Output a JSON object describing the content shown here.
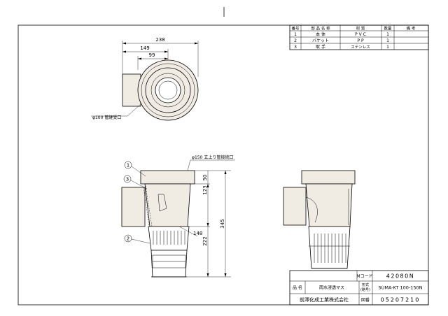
{
  "parts_table": {
    "headers": [
      "番号",
      "部 品 名 称",
      "材 質",
      "数量",
      "備 考"
    ],
    "rows": [
      {
        "no": "1",
        "name": "本 体",
        "material": "P V C",
        "qty": "1",
        "note": ""
      },
      {
        "no": "2",
        "name": "バケット",
        "material": "P P",
        "qty": "1",
        "note": ""
      },
      {
        "no": "3",
        "name": "取 手",
        "material": "ステンレス",
        "qty": "1",
        "note": ""
      }
    ]
  },
  "dimensions": {
    "top_width_total": "238",
    "top_width_mid": "149",
    "top_width_inner": "99",
    "outlet_note": "φ100 管継受口",
    "inlet_note": "φ150 立上り管接続口",
    "height_upper": "50",
    "height_mid": "123",
    "height_total": "345",
    "height_lower": "222",
    "bucket_dim": "148"
  },
  "callouts": [
    "1",
    "3",
    "2"
  ],
  "title_block": {
    "code_label": "Mコード",
    "code_value": "42080N",
    "name_label": "品 名",
    "name_value": "雨水浸透マス",
    "model_label_1": "形式",
    "model_label_2": "(略号)",
    "model_value": "SUMA-KT 100-150N",
    "company": "前澤化成工業株式会社",
    "drawing_no_label": "図番",
    "drawing_no_value": "05207210"
  }
}
